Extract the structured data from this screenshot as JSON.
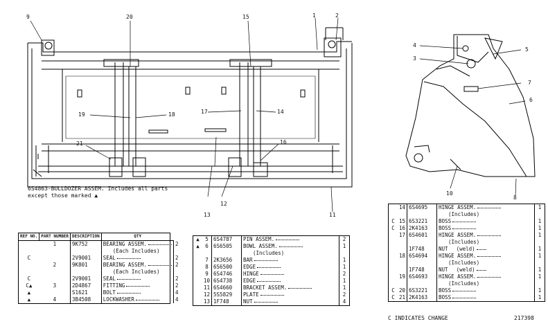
{
  "callouts": {
    "c1": "1",
    "c2": "2",
    "c3": "3",
    "c4": "4",
    "c5": "5",
    "c6": "6",
    "c7": "7",
    "c8": "8",
    "c9": "9",
    "c10": "10",
    "c11": "11",
    "c12": "12",
    "c13": "13",
    "c14": "14",
    "c15": "15",
    "c16": "16",
    "c17": "17",
    "c18": "18",
    "c19": "19",
    "c20": "20",
    "c21": "21"
  },
  "caption": {
    "line1": "6S4863-BULLDOZER ASSEM. Includes all parts",
    "line2": "except those marked ▲"
  },
  "table1": {
    "headers": {
      "ref": "REF NO.",
      "part": "PART NUMBER",
      "desc": "DESCRIPTION",
      "qty": "QTY"
    },
    "rows": [
      {
        "mark": "",
        "ref": "1",
        "part": "9K752",
        "desc": "BEARING ASSEM.",
        "qty": "2"
      },
      {
        "mark": "",
        "ref": "",
        "part": "",
        "desc": "(Each Includes)",
        "qty": ""
      },
      {
        "mark": "C",
        "ref": "",
        "part": "2V9001",
        "desc": "SEAL",
        "qty": "2"
      },
      {
        "mark": "",
        "ref": "2",
        "part": "9K801",
        "desc": "BEARING ASSEM.",
        "qty": "2"
      },
      {
        "mark": "",
        "ref": "",
        "part": "",
        "desc": "(Each Includes)",
        "qty": ""
      },
      {
        "mark": "C",
        "ref": "",
        "part": "2V9001",
        "desc": "SEAL",
        "qty": "2"
      },
      {
        "mark": "C▲",
        "ref": "3",
        "part": "2D4867",
        "desc": "FITTING",
        "qty": "2"
      },
      {
        "mark": "▲",
        "ref": "",
        "part": "S1621",
        "desc": "BOLT",
        "qty": "4"
      },
      {
        "mark": "▲",
        "ref": "4",
        "part": "3B4508",
        "desc": "LOCKWASHER",
        "qty": "4"
      }
    ]
  },
  "table2": {
    "rows": [
      {
        "mark": "▲",
        "ref": "5",
        "part": "6S4787",
        "desc": "PIN ASSEM.",
        "qty": "2"
      },
      {
        "mark": "▲",
        "ref": "6",
        "part": "6S6505",
        "desc": "BOWL ASSEM.",
        "qty": "1"
      },
      {
        "mark": "",
        "ref": "",
        "part": "",
        "desc": "(Includes)",
        "qty": ""
      },
      {
        "mark": "",
        "ref": "7",
        "part": "2K3656",
        "desc": "BAR",
        "qty": "1"
      },
      {
        "mark": "",
        "ref": "8",
        "part": "6S6500",
        "desc": "EDGE",
        "qty": "1"
      },
      {
        "mark": "",
        "ref": "9",
        "part": "6S4746",
        "desc": "HINGE",
        "qty": "2"
      },
      {
        "mark": "",
        "ref": "10",
        "part": "6S4738",
        "desc": "EDGE",
        "qty": "1"
      },
      {
        "mark": "",
        "ref": "11",
        "part": "6S4660",
        "desc": "BRACKET ASSEM.",
        "qty": "1"
      },
      {
        "mark": "",
        "ref": "12",
        "part": "5S5829",
        "desc": "PLATE",
        "qty": "2"
      },
      {
        "mark": "",
        "ref": "13",
        "part": "1F748",
        "desc": "NUT",
        "qty": "4"
      }
    ]
  },
  "table3": {
    "rows": [
      {
        "mark": "",
        "ref": "14",
        "part": "6S4695",
        "desc": "HINGE ASSEM.",
        "qty": "1"
      },
      {
        "mark": "",
        "ref": "",
        "part": "",
        "desc": "(Includes)",
        "qty": ""
      },
      {
        "mark": "C",
        "ref": "15",
        "part": "6S3221",
        "desc": "BOSS",
        "qty": "1"
      },
      {
        "mark": "C",
        "ref": "16",
        "part": "2K4163",
        "desc": "BOSS",
        "qty": "1"
      },
      {
        "mark": "",
        "ref": "17",
        "part": "6S4601",
        "desc": "HINGE ASSEM.",
        "qty": "1"
      },
      {
        "mark": "",
        "ref": "",
        "part": "",
        "desc": "(Includes)",
        "qty": ""
      },
      {
        "mark": "",
        "ref": "",
        "part": "1F748",
        "desc": "NUT",
        "note": "(weld)",
        "qty": "1"
      },
      {
        "mark": "",
        "ref": "18",
        "part": "6S4694",
        "desc": "HINGE ASSEM.",
        "qty": "1"
      },
      {
        "mark": "",
        "ref": "",
        "part": "",
        "desc": "(Includes)",
        "qty": ""
      },
      {
        "mark": "",
        "ref": "",
        "part": "1F748",
        "desc": "NUT",
        "note": "(weld)",
        "qty": "1"
      },
      {
        "mark": "",
        "ref": "19",
        "part": "6S4693",
        "desc": "HINGE ASSEM.",
        "qty": "1"
      },
      {
        "mark": "",
        "ref": "",
        "part": "",
        "desc": "(Includes)",
        "qty": ""
      },
      {
        "mark": "C",
        "ref": "20",
        "part": "6S3221",
        "desc": "BOSS",
        "qty": "1"
      },
      {
        "mark": "C",
        "ref": "21",
        "part": "2K4163",
        "desc": "BOSS",
        "qty": "1"
      }
    ]
  },
  "footer": {
    "change_note": "C INDICATES CHANGE",
    "figure_no": "217398"
  }
}
